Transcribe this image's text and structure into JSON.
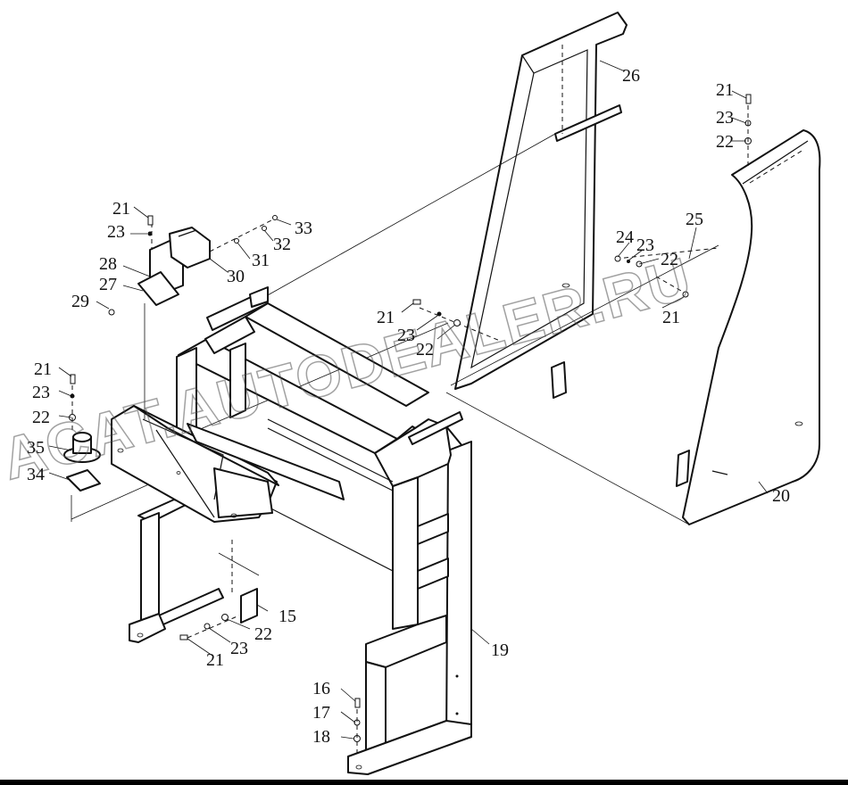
{
  "watermark": "ACAT.AUTODEALER.RU",
  "callouts": [
    {
      "id": "c26",
      "text": "26"
    },
    {
      "id": "c21a",
      "text": "21"
    },
    {
      "id": "c23a",
      "text": "23"
    },
    {
      "id": "c22a",
      "text": "22"
    },
    {
      "id": "c21b",
      "text": "21"
    },
    {
      "id": "c23b",
      "text": "23"
    },
    {
      "id": "c33",
      "text": "33"
    },
    {
      "id": "c32",
      "text": "32"
    },
    {
      "id": "c31",
      "text": "31"
    },
    {
      "id": "c30",
      "text": "30"
    },
    {
      "id": "c28",
      "text": "28"
    },
    {
      "id": "c27",
      "text": "27"
    },
    {
      "id": "c29",
      "text": "29"
    },
    {
      "id": "c24",
      "text": "24"
    },
    {
      "id": "c23c",
      "text": "23"
    },
    {
      "id": "c25",
      "text": "25"
    },
    {
      "id": "c22b",
      "text": "22"
    },
    {
      "id": "c21c",
      "text": "21"
    },
    {
      "id": "c21d",
      "text": "21"
    },
    {
      "id": "c23d",
      "text": "23"
    },
    {
      "id": "c22c",
      "text": "22"
    },
    {
      "id": "c21e",
      "text": "21"
    },
    {
      "id": "c23e",
      "text": "23"
    },
    {
      "id": "c22d",
      "text": "22"
    },
    {
      "id": "c35",
      "text": "35"
    },
    {
      "id": "c34",
      "text": "34"
    },
    {
      "id": "c20",
      "text": "20"
    },
    {
      "id": "c15",
      "text": "15"
    },
    {
      "id": "c22e",
      "text": "22"
    },
    {
      "id": "c23f",
      "text": "23"
    },
    {
      "id": "c21f",
      "text": "21"
    },
    {
      "id": "c19",
      "text": "19"
    },
    {
      "id": "c16",
      "text": "16"
    },
    {
      "id": "c17",
      "text": "17"
    },
    {
      "id": "c18",
      "text": "18"
    }
  ]
}
